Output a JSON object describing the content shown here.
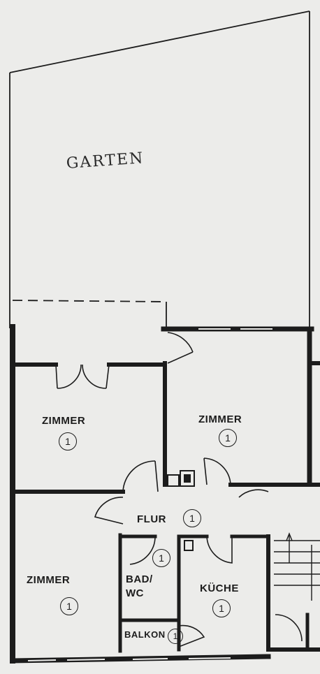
{
  "garden_label": "GARTEN",
  "rooms": [
    {
      "id": "zimmer-nw",
      "label": "ZIMMER",
      "number": "1"
    },
    {
      "id": "zimmer-ne",
      "label": "ZIMMER",
      "number": "1"
    },
    {
      "id": "flur",
      "label": "FLUR",
      "number": "1"
    },
    {
      "id": "zimmer-sw",
      "label": "ZIMMER",
      "number": "1"
    },
    {
      "id": "bad",
      "label": "BAD/\nWC",
      "number": "1"
    },
    {
      "id": "kueche",
      "label": "KÜCHE",
      "number": "1"
    },
    {
      "id": "balkon",
      "label": "BALKON",
      "number": "1"
    }
  ],
  "colors": {
    "paper": "#ececea",
    "ink": "#1c1c1c"
  }
}
